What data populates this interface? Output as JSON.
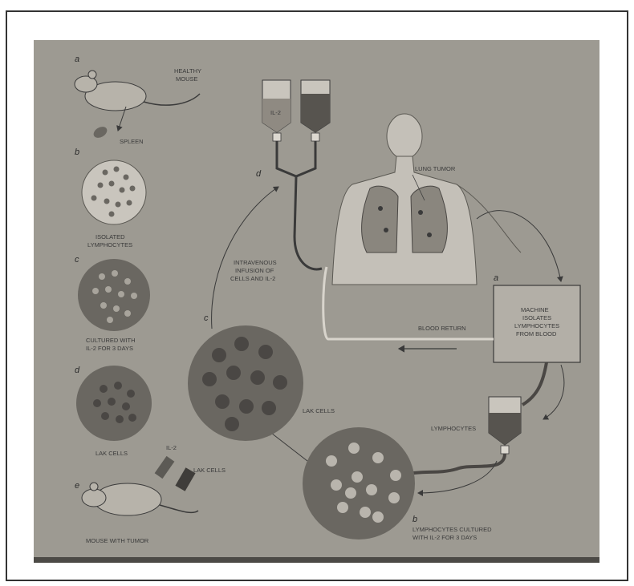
{
  "colors": {
    "paper": "#9d9a92",
    "circle_fill": "#6a6761",
    "cell_dark": "#4a4744",
    "cell_light": "#b9b5ad",
    "bag_red": "#57544f"
  },
  "labels": {
    "a_letter": "a",
    "b_letter": "b",
    "c_letter": "c",
    "d_letter": "d",
    "e_letter": "e",
    "healthy_mouse_1": "HEALTHY",
    "healthy_mouse_2": "MOUSE",
    "spleen": "SPLEEN",
    "isolated_1": "ISOLATED",
    "isolated_2": "LYMPHOCYTES",
    "cultured_1": "CULTURED WITH",
    "cultured_2": "IL-2 FOR 3 DAYS",
    "lak_cells_small": "LAK CELLS",
    "il2_bag_left": "IL-2",
    "il2_syringe": "IL-2",
    "lak_cells_syringe": "LAK CELLS",
    "mouse_with_tumor": "MOUSE WITH TUMOR",
    "bag_il2": "IL-2",
    "lung_tumor": "LUNG TUMOR",
    "infusion_1": "INTRAVENOUS",
    "infusion_2": "INFUSION OF",
    "infusion_3": "CELLS AND IL-2",
    "machine_1": "MACHINE",
    "machine_2": "ISOLATES",
    "machine_3": "LYMPHOCYTES",
    "machine_4": "FROM BLOOD",
    "blood_return": "BLOOD RETURN",
    "lymphocytes": "LYMPHOCYTES",
    "lak_cells_big": "LAK CELLS",
    "cultured_big_1": "LYMPHOCYTES CULTURED",
    "cultured_big_2": "WITH IL-2 FOR 3 DAYS"
  }
}
